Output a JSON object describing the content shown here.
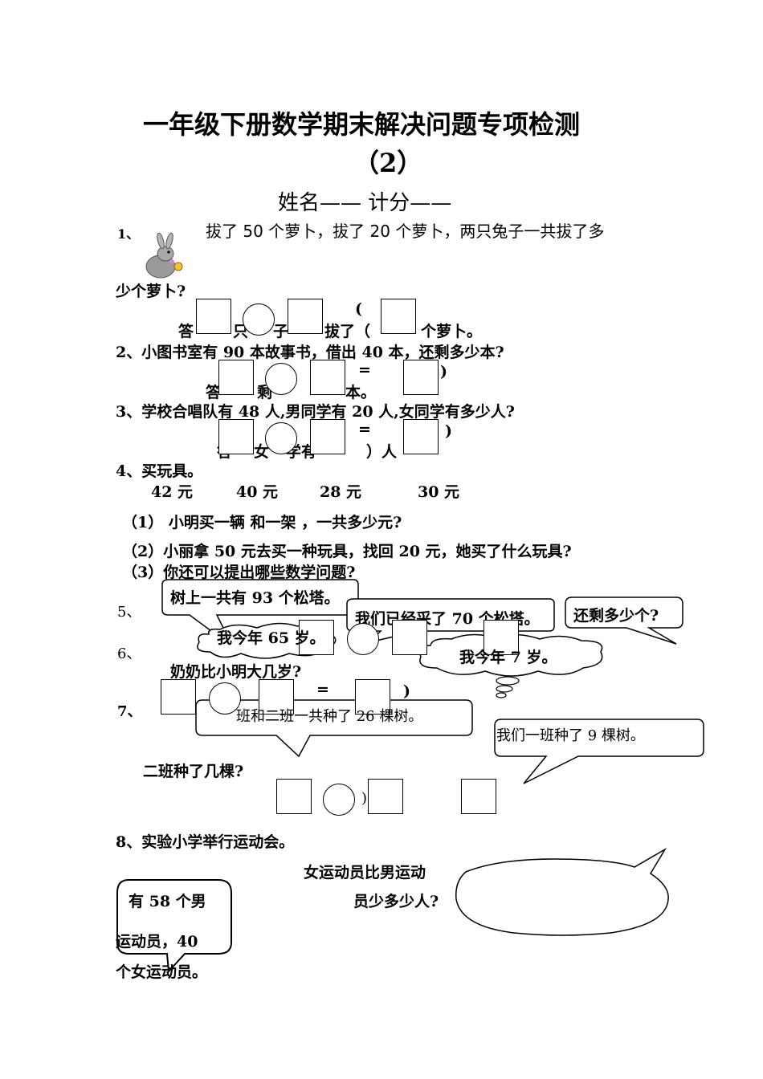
{
  "header": {
    "title": "一年级下册数学期末解决问题专项检测",
    "subtitle": "（2）",
    "name_score": "姓名——    计分——"
  },
  "q1": {
    "num": "1、",
    "text": "拔了 50 个萝卜，拔了 20 个萝卜，两只兔子一共拔了多",
    "text2": "少个萝卜?",
    "paren": "(",
    "answer": "答",
    "answer_mid": "只",
    "answer_mid2": "子",
    "answer_tail": "拔了（",
    "answer_end": "个萝卜。"
  },
  "q2": {
    "text": "2、小图书室有 90 本故事书，借出 40 本，还剩多少本?",
    "eq": "=",
    "paren_close": ")",
    "answer": "答",
    "answer_mid": "剩",
    "answer_end": "本。"
  },
  "q3": {
    "text": "3、学校合唱队有 48 人,男同学有 20 人,女同学有多少人?",
    "eq": "=",
    "paren_close": ")",
    "answer_a": "答",
    "answer_b": "女",
    "answer_c": "学有",
    "answer_end": "）人"
  },
  "q4": {
    "text": "4、买玩具。",
    "prices": [
      "42 元",
      "40 元",
      "28 元",
      "30 元"
    ],
    "sub1": "（1） 小明买一辆  和一架   ，一共多少元?",
    "sub2": "（2）小丽拿 50 元去买一种玩具，找回 20 元，她买了什么玩具?",
    "sub3": "（3）你还可以提出哪些数学问题?"
  },
  "q5": {
    "num": "5、",
    "bubble1": "树上一共有 93 个松塔。",
    "bubble2": "我们已经采了 70 个松塔。",
    "bubble3": "还剩多少个?"
  },
  "q6": {
    "num": "6、",
    "bubble1": "我今年 65 岁。",
    "bubble2": "我今年 7 岁。",
    "question": "奶奶比小明大几岁?",
    "eq": "=",
    "paren_close": ")"
  },
  "q7": {
    "num": "7、",
    "bubble1": "班和二班一共种了 26 棵树。",
    "bubble2": "我们一班种了 9 棵树。",
    "question": "二班种了几棵?",
    "paren_close": ")"
  },
  "q8": {
    "text": "8、实验小学举行运动会。",
    "question_line1": "女运动员比男运动",
    "question_line2": "员少多少人?",
    "info_line1": "有 58 个男",
    "info_line2": "运动员，40",
    "info_line3": "个女运动员。"
  }
}
